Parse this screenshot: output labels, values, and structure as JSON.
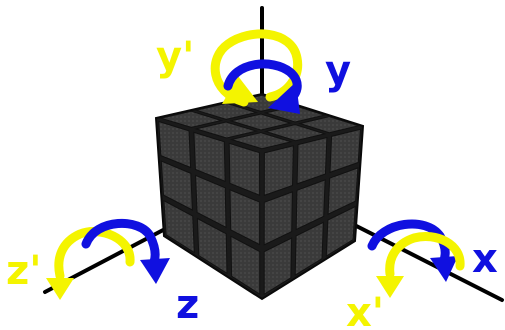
{
  "labels": {
    "y_prime": "y'",
    "y": "y",
    "z_prime": "z'",
    "z": "z",
    "x_prime": "x'",
    "x": "x"
  },
  "colors": {
    "primary_arrow": "#1010e0",
    "prime_arrow": "#f4f400",
    "cube_body": "#1a1a1a",
    "sticker": "#3c3c3c",
    "axis": "#000000",
    "background": "#ffffff"
  },
  "cube": {
    "layers": 3
  }
}
